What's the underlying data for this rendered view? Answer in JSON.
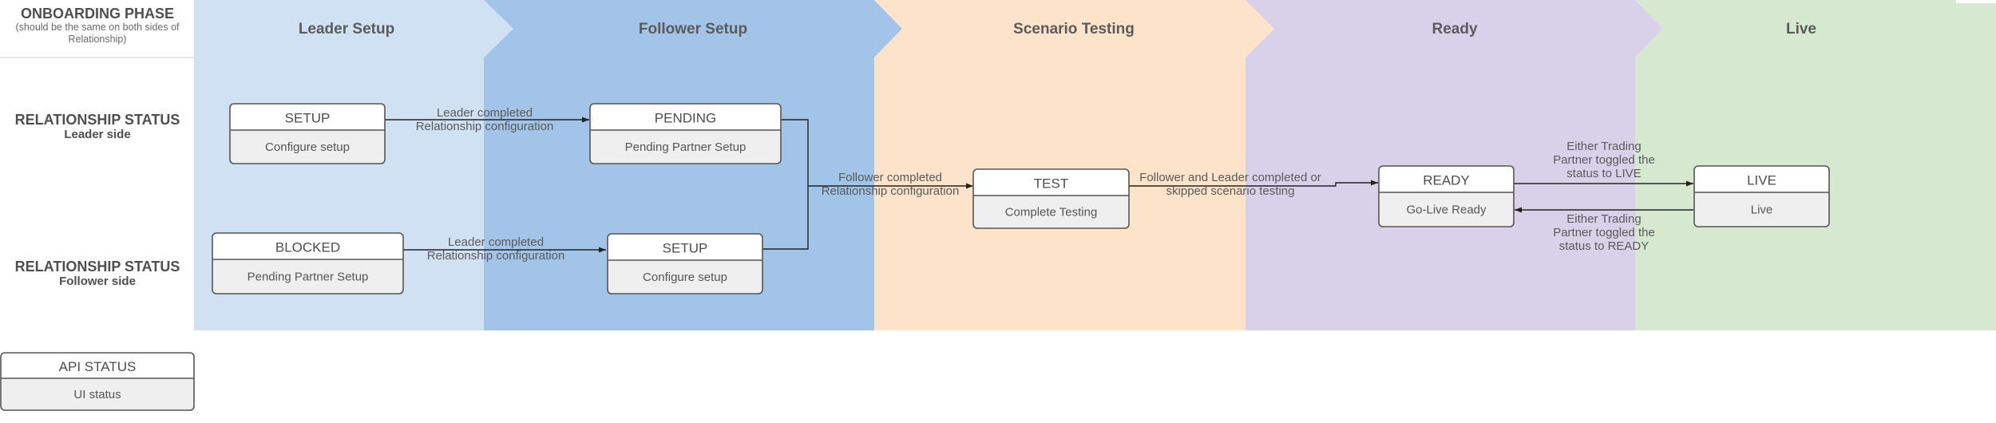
{
  "left_labels": {
    "onboarding_phase": "ONBOARDING PHASE",
    "onboarding_note_1": "(should be the same on both sides of",
    "onboarding_note_2": "Relationship)",
    "relationship_status": "RELATIONSHIP STATUS",
    "leader_side": "Leader side",
    "follower_side": "Follower side"
  },
  "phases": [
    {
      "title": "Leader Setup",
      "color": "#d0e1f3"
    },
    {
      "title": "Follower Setup",
      "color": "#a1c4e8"
    },
    {
      "title": "Scenario Testing",
      "color": "#fde3c9"
    },
    {
      "title": "Ready",
      "color": "#d9d1ea"
    },
    {
      "title": "Live",
      "color": "#d7e8d1"
    }
  ],
  "states": {
    "leader_setup": {
      "title": "SETUP",
      "subtitle": "Configure setup"
    },
    "leader_pending": {
      "title": "PENDING",
      "subtitle": "Pending Partner Setup"
    },
    "follower_blocked": {
      "title": "BLOCKED",
      "subtitle": "Pending Partner Setup"
    },
    "follower_setup": {
      "title": "SETUP",
      "subtitle": "Configure setup"
    },
    "test": {
      "title": "TEST",
      "subtitle": "Complete Testing"
    },
    "ready": {
      "title": "READY",
      "subtitle": "Go-Live Ready"
    },
    "live": {
      "title": "LIVE",
      "subtitle": "Live"
    },
    "legend": {
      "title": "API STATUS",
      "subtitle": "UI status"
    }
  },
  "transitions": {
    "leader_completed_top": [
      "Leader completed",
      "Relationship configuration"
    ],
    "leader_completed_bottom": [
      "Leader completed",
      "Relationship configuration"
    ],
    "follower_completed": [
      "Follower completed",
      "Relationship configuration"
    ],
    "scenario_done": [
      "Follower and Leader completed or",
      "skipped scenario testing"
    ],
    "to_live": [
      "Either Trading",
      "Partner toggled the",
      "status to LIVE"
    ],
    "to_ready": [
      "Either Trading",
      "Partner toggled the",
      "status to READY"
    ]
  },
  "colors": {
    "box_header": "#ffffff",
    "box_body": "#efefef",
    "box_border": "#555555"
  }
}
